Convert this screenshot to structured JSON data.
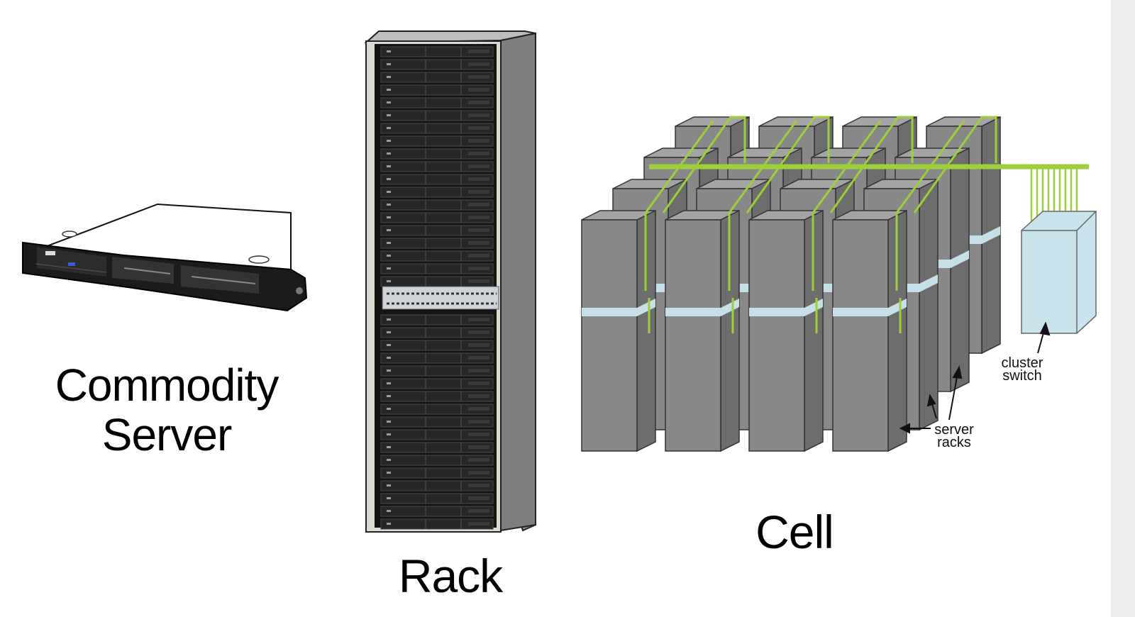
{
  "labels": {
    "server": "Commodity\nServer",
    "rack": "Rack",
    "cell": "Cell"
  },
  "annotations": {
    "cluster_switch": "cluster\nswitch",
    "server_racks": "server\nracks"
  },
  "colors": {
    "rack_body": "#888888",
    "rack_dark": "#6d6d6d",
    "rack_top": "#a4a4a4",
    "cable": "#9ccf3a",
    "switch_box": "#c9e3ec",
    "band": "#c6dfe9"
  }
}
